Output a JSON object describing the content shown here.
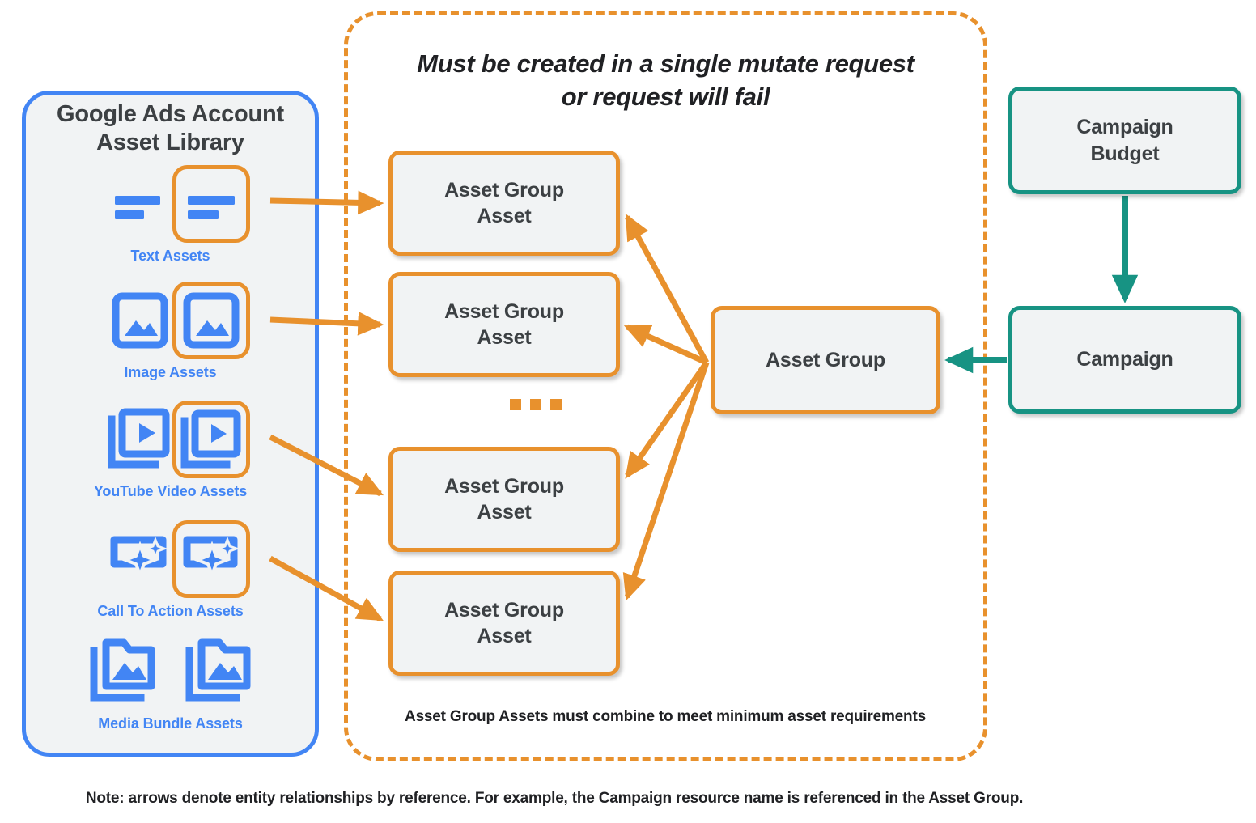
{
  "library": {
    "title_line1": "Google Ads Account",
    "title_line2": "Asset Library",
    "border_color": "#4285F4",
    "items": [
      {
        "caption": "Text Assets",
        "icon": "text-asset-icon",
        "highlighted": true
      },
      {
        "caption": "Image Assets",
        "icon": "image-asset-icon",
        "highlighted": true
      },
      {
        "caption": "YouTube Video  Assets",
        "icon": "youtube-video-asset-icon",
        "highlighted": true
      },
      {
        "caption": "Call To Action Assets",
        "icon": "call-to-action-asset-icon",
        "highlighted": true
      },
      {
        "caption": "Media Bundle  Assets",
        "icon": "media-bundle-asset-icon",
        "highlighted": false
      }
    ]
  },
  "mutate_panel": {
    "note_line1": "Must be created in a single mutate request",
    "note_line2": "or request will fail",
    "min_requirements": "Asset Group Assets must combine to meet minimum asset requirements",
    "border_color": "#E8912D",
    "border_style": "dashed",
    "ellipsis": "…"
  },
  "nodes": {
    "asset_group_assets": [
      {
        "label_line1": "Asset Group",
        "label_line2": "Asset"
      },
      {
        "label_line1": "Asset Group",
        "label_line2": "Asset"
      },
      {
        "label_line1": "Asset Group",
        "label_line2": "Asset"
      },
      {
        "label_line1": "Asset Group",
        "label_line2": "Asset"
      }
    ],
    "asset_group": {
      "label": "Asset Group",
      "color": "#E8912D"
    },
    "campaign_budget": {
      "label_line1": "Campaign",
      "label_line2": "Budget",
      "color": "#179383"
    },
    "campaign": {
      "label": "Campaign",
      "color": "#179383"
    }
  },
  "footer": {
    "note": "Note: arrows denote entity relationships by reference. For example, the Campaign resource name is referenced in the Asset Group."
  },
  "colors": {
    "orange": "#E8912D",
    "blue": "#4285F4",
    "teal": "#179383",
    "node_fill": "#F1F3F4",
    "text_dark": "#3C4043"
  }
}
